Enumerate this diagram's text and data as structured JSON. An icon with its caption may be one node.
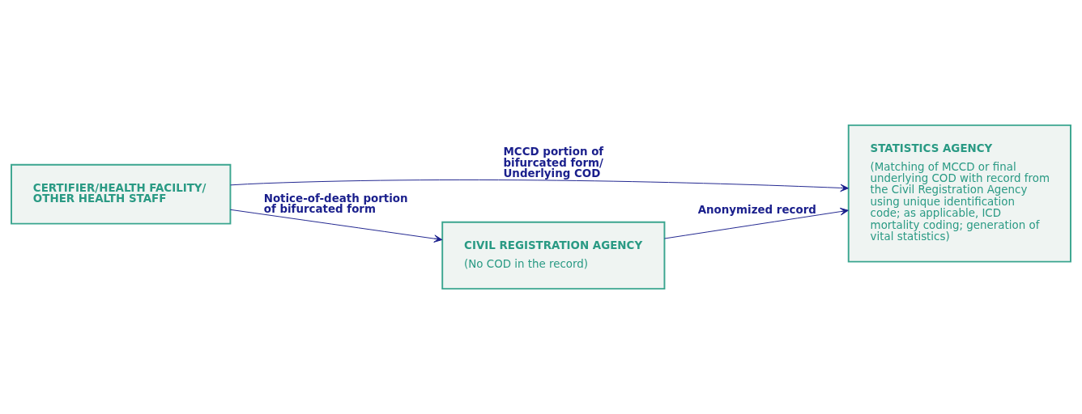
{
  "diagram": {
    "nodes": [
      {
        "text": [
          "CERTIFIER/HEALTH FACILITY/ OTHER HEALTH STAFF"
        ]
      },
      {
        "text": [
          "STATISTICS AGENCY",
          "(Matching of MCCD or final underlying COD with record from the Civil Registration Agency using unique identification code; as applicable, ICD mortality coding; generation of vital statistics)"
        ]
      },
      {
        "text": [
          "CIVIL REGISTRATION AGENCY",
          "(No COD in the record)"
        ]
      }
    ],
    "edges": [
      {
        "from": 0,
        "to": 1,
        "arrow": "to",
        "label": "MCCD portion of bifurcated form/ Underlying COD"
      },
      {
        "from": 0,
        "to": 2,
        "arrow": "to",
        "label": "Notice-of-death portion of bifurcated form"
      },
      {
        "from": 2,
        "to": 1,
        "arrow": "to",
        "label": "Anonymized record"
      }
    ]
  }
}
